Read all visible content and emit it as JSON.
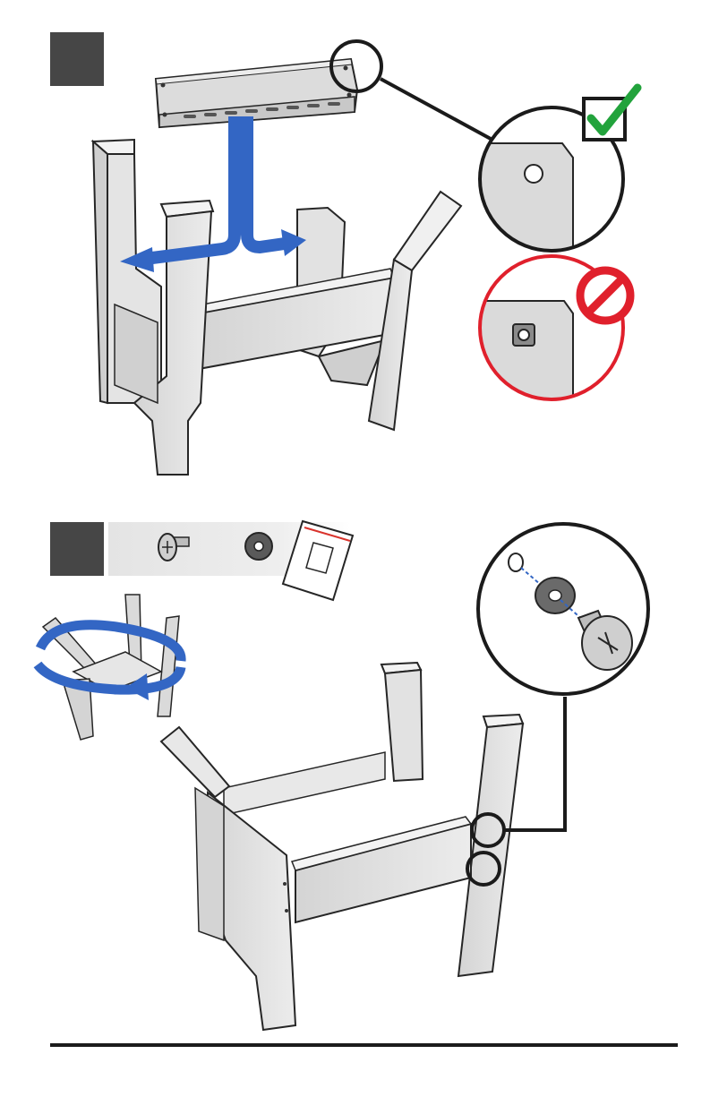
{
  "page": {
    "step1": {
      "number": ""
    },
    "step2": {
      "number": ""
    }
  },
  "illustrations": {
    "step1": {
      "parts": [
        "rear-panel",
        "stand-frame"
      ],
      "callouts": [
        {
          "status": "correct",
          "icon": "checkmark-icon",
          "color": "#22a33c"
        },
        {
          "status": "incorrect",
          "icon": "prohibited-icon",
          "color": "#e0202c"
        }
      ],
      "arrow_color": "#3366c4"
    },
    "step2": {
      "hardware": [
        "screw-icon",
        "washer-icon",
        "hardware-bag-icon"
      ],
      "rotate_indicator": "rotate-icon",
      "arrow_color": "#3366c4"
    }
  }
}
